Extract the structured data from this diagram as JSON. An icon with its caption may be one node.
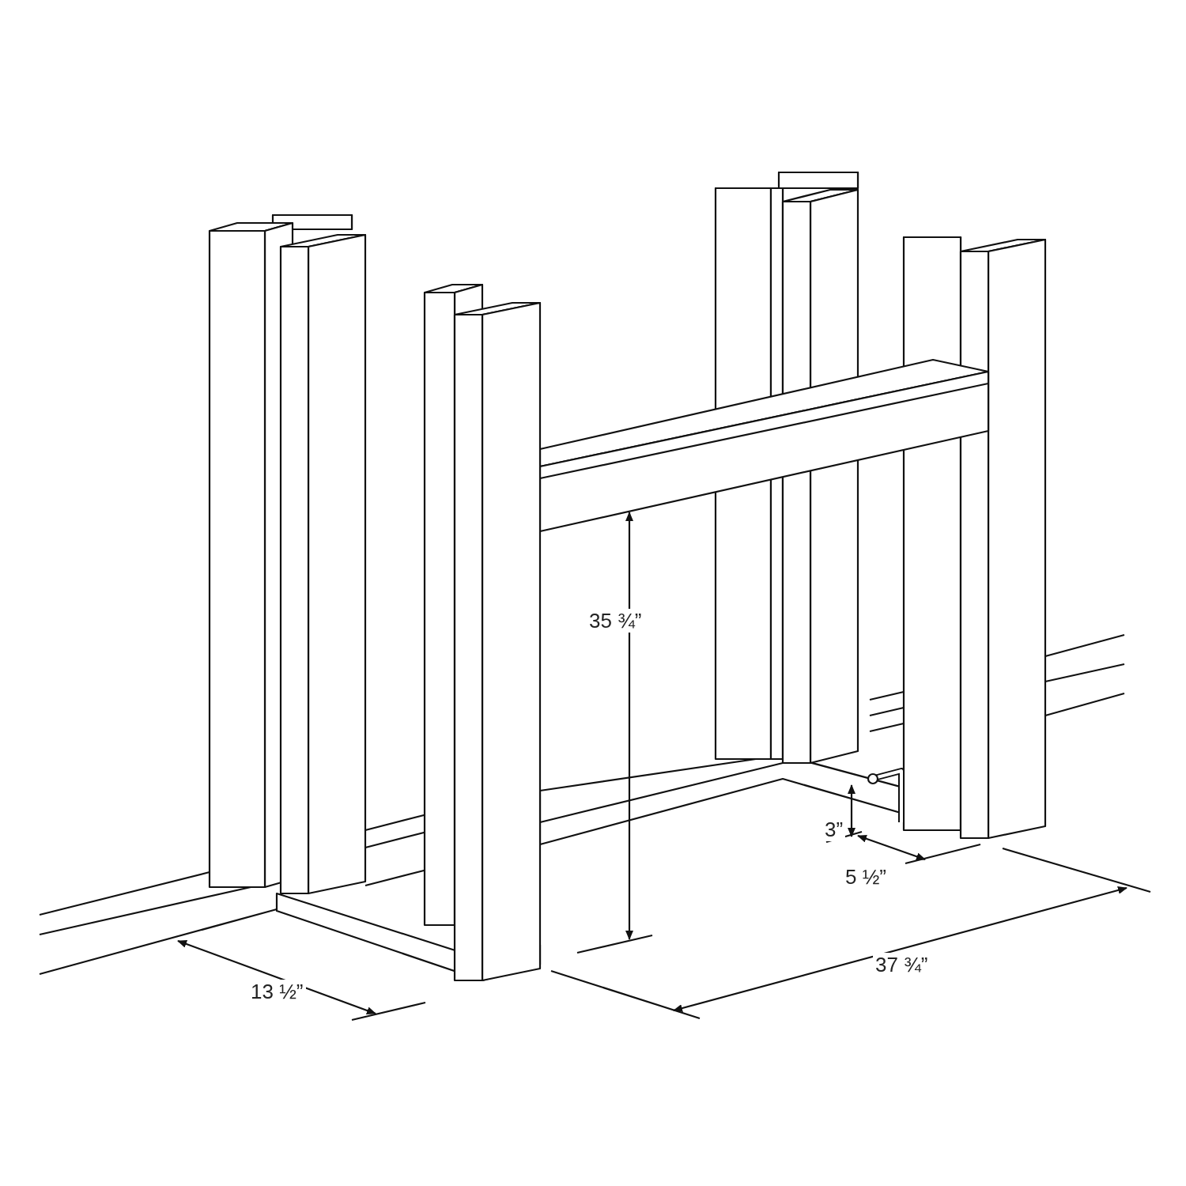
{
  "diagram": {
    "labels": [
      "35 ¾”",
      "3”",
      "5 ½”",
      "37 ¾”",
      "13 ½”"
    ]
  }
}
